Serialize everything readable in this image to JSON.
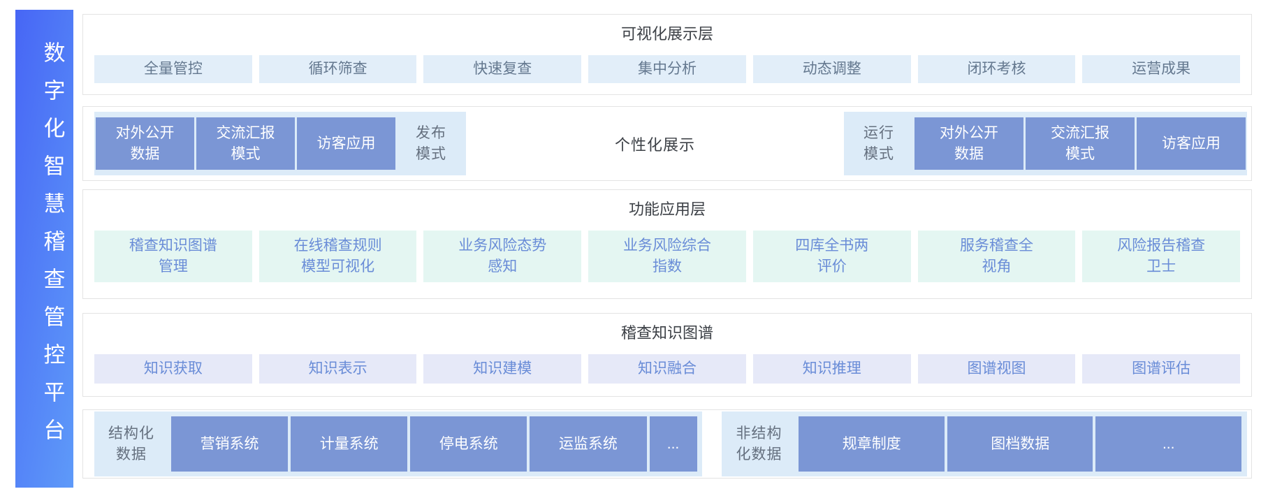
{
  "platform": {
    "title": "数字化智慧稽查管控平台"
  },
  "layers": {
    "visualization": {
      "header": "可视化展示层",
      "items": [
        "全量管控",
        "循环筛查",
        "快速复查",
        "集中分析",
        "动态调整",
        "闭环考核",
        "运营成果"
      ]
    },
    "display_modes": {
      "publish_group": {
        "boxes": [
          "对外公开\n数据",
          "交流汇报\n模式",
          "访客应用"
        ],
        "label": "发布\n模式"
      },
      "center": "个性化展示",
      "run_group": {
        "label": "运行\n模式",
        "boxes": [
          "对外公开\n数据",
          "交流汇报\n模式",
          "访客应用"
        ]
      }
    },
    "function": {
      "header": "功能应用层",
      "items": [
        "稽查知识图谱\n管理",
        "在线稽查规则\n模型可视化",
        "业务风险态势\n感知",
        "业务风险综合\n指数",
        "四库全书两\n评价",
        "服务稽查全\n视角",
        "风险报告稽查\n卫士"
      ]
    },
    "knowledge_graph": {
      "header": "稽查知识图谱",
      "items": [
        "知识获取",
        "知识表示",
        "知识建模",
        "知识融合",
        "知识推理",
        "图谱视图",
        "图谱评估"
      ]
    },
    "data_sources": {
      "structured": {
        "label": "结构化\n数据",
        "boxes": [
          "营销系统",
          "计量系统",
          "停电系统",
          "运监系统",
          "..."
        ]
      },
      "unstructured": {
        "label": "非结构\n化数据",
        "boxes": [
          "规章制度",
          "图档数据",
          "..."
        ]
      }
    }
  },
  "colors": {
    "dark-box": "#7b96d5",
    "group-bg": "#dcebf8",
    "visual-chip": "#e2eef9",
    "function-chip": "#e4f6f2",
    "knowledge-chip": "#e6e9f8",
    "chip-text-gray": "#64788f",
    "chip-text-blue": "#698cd7",
    "label-gray": "#65707f",
    "header-dark": "#3c4046",
    "panel-border": "#e3e3e3",
    "sb-from": "#4766f5",
    "sb-to": "#5e9af9"
  }
}
